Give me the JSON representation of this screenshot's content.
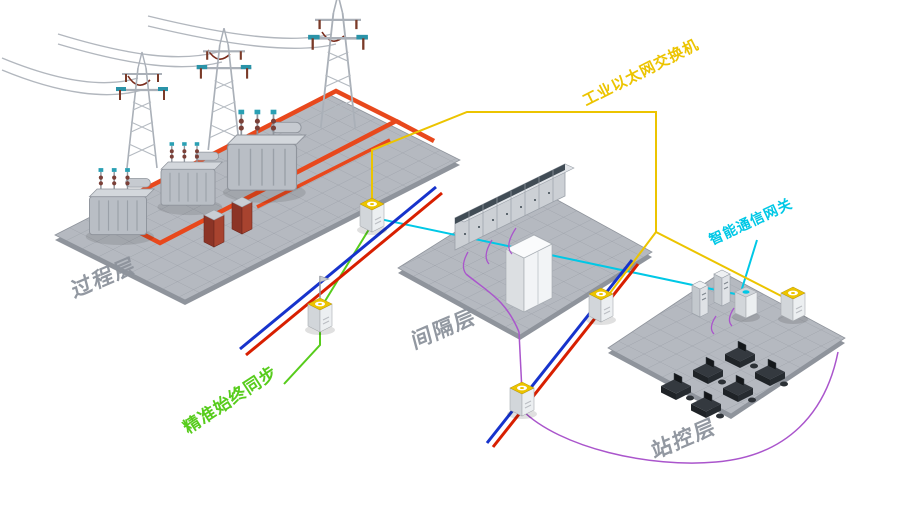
{
  "labels": {
    "ethernet_switch": "工业以太网交换机",
    "smart_gateway": "智能通信网关",
    "clock_sync": "精准始终同步",
    "process_layer": "过程层",
    "bay_layer": "间隔层",
    "station_layer": "站控层"
  },
  "colors": {
    "ethernet": "#ecc400",
    "gateway": "#00c8e6",
    "clock": "#57cc1c",
    "bus_red": "#d81f00",
    "bus_blue": "#1733cc",
    "cable_purple": "#aa55cc",
    "cable_orange": "#e8481c",
    "floor": "#b5b9c0",
    "floor_grid": "#989da5",
    "layer_label": "#8d939c"
  }
}
